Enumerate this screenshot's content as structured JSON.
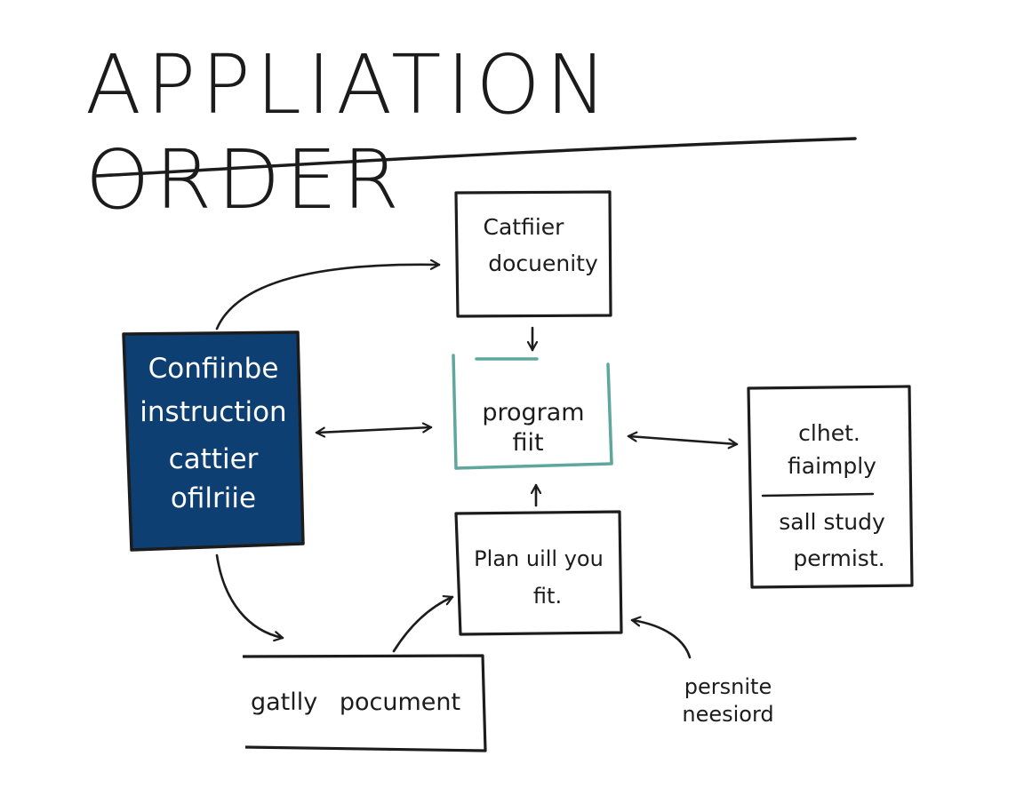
{
  "title": "APPLIATION ORDER",
  "nodes": {
    "top": [
      "Catfiier",
      "docuenity"
    ],
    "left": [
      "Confiinbe",
      "instruction",
      "cattier",
      "ofilriie"
    ],
    "center": [
      "program",
      "fiit"
    ],
    "right_top": [
      "clhet.",
      "fiaimply"
    ],
    "right_bottom": [
      "sall study",
      "permist."
    ],
    "bottom": [
      "Plan uill you",
      "fit."
    ],
    "bottom_left": [
      "gatlly",
      "pocument"
    ]
  },
  "annotation": [
    "persnite",
    "neesiord"
  ],
  "colors": {
    "ink": "#1c1c1c",
    "dark_box": "#0e3f73",
    "teal": "#5fa79c",
    "background": "#ffffff"
  }
}
